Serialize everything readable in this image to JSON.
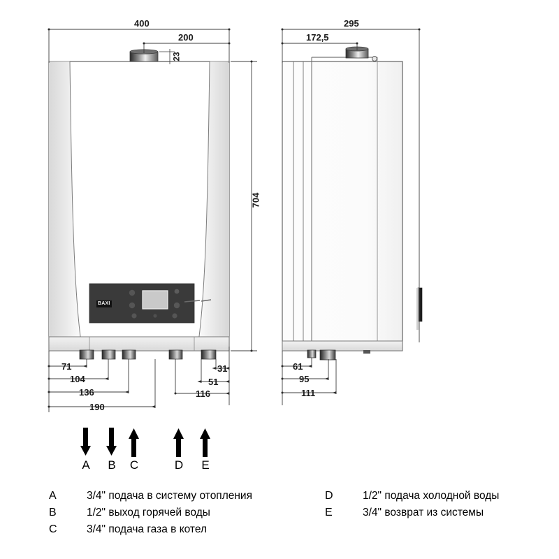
{
  "document": {
    "type": "technical-dimension-drawing",
    "subject": "BAXI wall-mounted gas boiler",
    "brand_label": "BAXI"
  },
  "views": {
    "front": {
      "name": "front-view",
      "dimensions": {
        "overall_width": "400",
        "flue_offset": "200",
        "flue_height": "23",
        "overall_height": "704",
        "bottom_from_left": [
          "71",
          "104",
          "136",
          "190"
        ],
        "bottom_from_right": [
          "31",
          "51",
          "116"
        ]
      }
    },
    "side": {
      "name": "side-view",
      "dimensions": {
        "overall_depth": "295",
        "flue_offset": "172,5",
        "bottom_from_left": [
          "61",
          "95",
          "111"
        ]
      }
    }
  },
  "connections": {
    "letters": [
      "A",
      "B",
      "C",
      "D",
      "E"
    ],
    "arrow_directions": [
      "down",
      "down",
      "up",
      "up",
      "up"
    ]
  },
  "legend": {
    "left_column": [
      {
        "key": "A",
        "text": "3/4\" подача в систему отопления"
      },
      {
        "key": "B",
        "text": "1/2\" выход горячей воды"
      },
      {
        "key": "C",
        "text": "3/4\" подача газа в котел"
      }
    ],
    "right_column": [
      {
        "key": "D",
        "text": "1/2\" подача холодной воды"
      },
      {
        "key": "E",
        "text": "3/4\" возврат из системы"
      }
    ]
  },
  "colors": {
    "line": "#555555",
    "dimension_line": "#3c3c3c",
    "panel_dark": "#3a3a3a",
    "body_light": "#fbfbfb",
    "body_shade": "#dcdcdc",
    "arrow": "#000000"
  }
}
